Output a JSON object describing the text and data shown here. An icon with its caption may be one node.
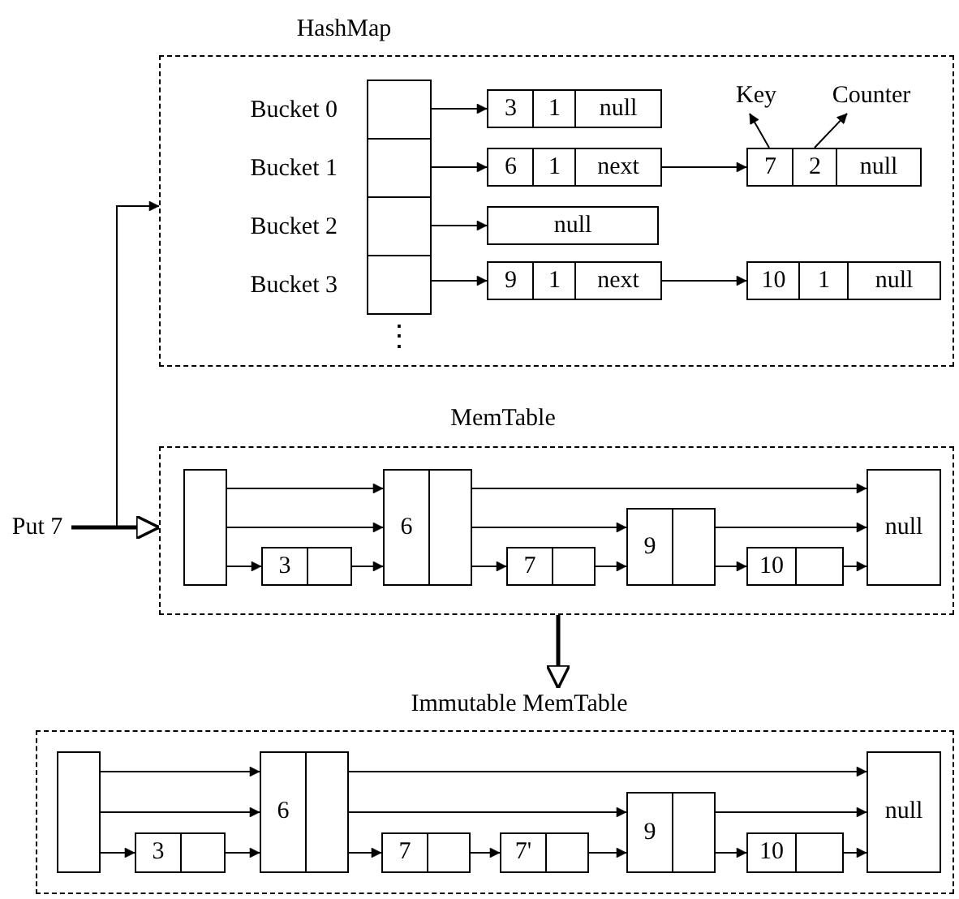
{
  "diagram": {
    "nodes": [
      {
        "text": [
          "HashMap"
        ]
      },
      {
        "text": [],
        "shape": "box",
        "in": 0,
        "beside": [
          "Bucket 0"
        ]
      },
      {
        "text": [
          "3",
          "1",
          "null"
        ],
        "in": 0
      },
      {
        "text": [
          "Key"
        ],
        "in": 0
      },
      {
        "text": [
          "Counter"
        ],
        "in": 0
      },
      {
        "text": [],
        "shape": "box",
        "in": 0,
        "beside": [
          "Bucket 1"
        ]
      },
      {
        "text": [
          "6",
          "1",
          "next"
        ],
        "in": 0
      },
      {
        "text": [
          "7",
          "2",
          "null"
        ],
        "in": 0
      },
      {
        "text": [],
        "shape": "box",
        "in": 0,
        "beside": [
          "Bucket 2"
        ]
      },
      {
        "text": [
          "null"
        ],
        "in": 0
      },
      {
        "text": [],
        "shape": "box",
        "in": 0,
        "beside": [
          "Bucket 3"
        ]
      },
      {
        "text": [
          "9",
          "1",
          "next"
        ],
        "in": 0
      },
      {
        "text": [
          "10",
          "1",
          "null"
        ],
        "in": 0
      },
      {
        "text": [
          "Put 7"
        ]
      },
      {
        "text": [
          "MemTable"
        ]
      },
      {
        "text": [],
        "shape": "box",
        "in": 14
      },
      {
        "text": [
          "3"
        ],
        "in": 14
      },
      {
        "text": [
          "6"
        ],
        "in": 14
      },
      {
        "text": [
          "7"
        ],
        "in": 14
      },
      {
        "text": [
          "9"
        ],
        "in": 14
      },
      {
        "text": [
          "10"
        ],
        "in": 14
      },
      {
        "text": [
          "null"
        ],
        "in": 14
      },
      {
        "text": [
          "Immutable MemTable"
        ]
      },
      {
        "text": [],
        "shape": "box",
        "in": 22
      },
      {
        "text": [
          "3"
        ],
        "in": 22
      },
      {
        "text": [
          "6"
        ],
        "in": 22
      },
      {
        "text": [
          "7"
        ],
        "in": 22
      },
      {
        "text": [
          "7'"
        ],
        "in": 22
      },
      {
        "text": [
          "9"
        ],
        "in": 22
      },
      {
        "text": [
          "10"
        ],
        "in": 22
      },
      {
        "text": [
          "null"
        ],
        "in": 22
      }
    ],
    "edges": [
      {
        "from": 1,
        "to": 2,
        "arrow": "to"
      },
      {
        "from": 7,
        "to": 3,
        "arrow": "to"
      },
      {
        "from": 7,
        "to": 4,
        "arrow": "to"
      },
      {
        "from": 5,
        "to": 6,
        "arrow": "to"
      },
      {
        "from": 6,
        "to": 7,
        "arrow": "to"
      },
      {
        "from": 8,
        "to": 9,
        "arrow": "to"
      },
      {
        "from": 10,
        "to": 11,
        "arrow": "to"
      },
      {
        "from": 11,
        "to": 12,
        "arrow": "to"
      },
      {
        "from": 13,
        "to": 0,
        "arrow": "to"
      },
      {
        "from": 13,
        "to": 14,
        "arrow": "to",
        "style": "thick"
      },
      {
        "from": 15,
        "to": 17,
        "arrow": "to"
      },
      {
        "from": 15,
        "to": 17,
        "arrow": "to"
      },
      {
        "from": 15,
        "to": 16,
        "arrow": "to"
      },
      {
        "from": 16,
        "to": 17,
        "arrow": "to"
      },
      {
        "from": 17,
        "to": 21,
        "arrow": "to"
      },
      {
        "from": 17,
        "to": 19,
        "arrow": "to"
      },
      {
        "from": 17,
        "to": 18,
        "arrow": "to"
      },
      {
        "from": 18,
        "to": 19,
        "arrow": "to"
      },
      {
        "from": 19,
        "to": 21,
        "arrow": "to"
      },
      {
        "from": 19,
        "to": 20,
        "arrow": "to"
      },
      {
        "from": 20,
        "to": 21,
        "arrow": "to"
      },
      {
        "from": 14,
        "to": 22,
        "arrow": "to",
        "style": "thick"
      },
      {
        "from": 23,
        "to": 25,
        "arrow": "to"
      },
      {
        "from": 23,
        "to": 25,
        "arrow": "to"
      },
      {
        "from": 23,
        "to": 24,
        "arrow": "to"
      },
      {
        "from": 24,
        "to": 25,
        "arrow": "to"
      },
      {
        "from": 25,
        "to": 30,
        "arrow": "to"
      },
      {
        "from": 25,
        "to": 28,
        "arrow": "to"
      },
      {
        "from": 25,
        "to": 26,
        "arrow": "to"
      },
      {
        "from": 26,
        "to": 27,
        "arrow": "to"
      },
      {
        "from": 27,
        "to": 28,
        "arrow": "to"
      },
      {
        "from": 28,
        "to": 30,
        "arrow": "to"
      },
      {
        "from": 28,
        "to": 29,
        "arrow": "to"
      },
      {
        "from": 29,
        "to": 30,
        "arrow": "to"
      }
    ],
    "labels": [
      "⋮"
    ]
  }
}
